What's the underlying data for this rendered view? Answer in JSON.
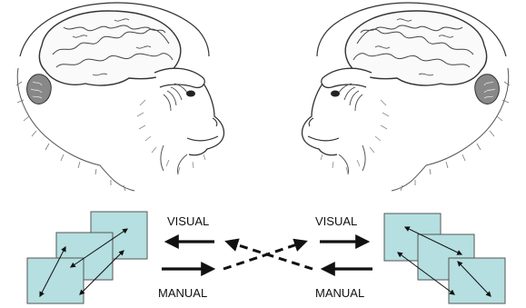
{
  "labels": {
    "left_visual": "VISUAL",
    "left_manual": "MANUAL",
    "right_visual": "VISUAL",
    "right_manual": "MANUAL"
  },
  "colors": {
    "panel_fill": "#b5dfe0",
    "panel_stroke": "#555555",
    "ink": "#111111",
    "face_fill": "#ffffff"
  }
}
